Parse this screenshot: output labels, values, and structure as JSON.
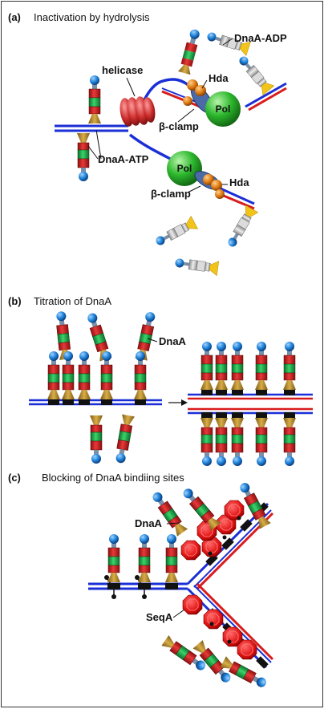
{
  "panels": [
    {
      "letter": "(a)",
      "title": "Inactivation by hydrolysis"
    },
    {
      "letter": "(b)",
      "title": "Titration of DnaA"
    },
    {
      "letter": "(c)",
      "title": "Blocking of DnaA bindiing sites"
    }
  ],
  "labels": {
    "helicase": "helicase",
    "dnaa_adp": "DnaA-ADP",
    "hda_top": "Hda",
    "clamp_top": "β-clamp",
    "pol": "Pol",
    "dnaa_atp": "DnaA-ATP",
    "clamp_bottom": "β-clamp",
    "hda_bottom": "Hda",
    "dnaa_b": "DnaA",
    "dnaa_c": "DnaA",
    "seqa": "SeqA"
  },
  "colors": {
    "dna_blue": "#1a2fd6",
    "dna_red": "#d81c1c",
    "box_red": "#d01818",
    "box_green": "#1fae4a",
    "ball_blue": "#1b7fd6",
    "tan": "#b58a2a",
    "pol_green": "#2eb82e",
    "hda_orange": "#e07a10",
    "clamp_blue": "#3a5fa0",
    "seqa_red": "#e01010",
    "adp_gray": "#c9c9c9",
    "adp_yellow": "#f2c41a"
  }
}
